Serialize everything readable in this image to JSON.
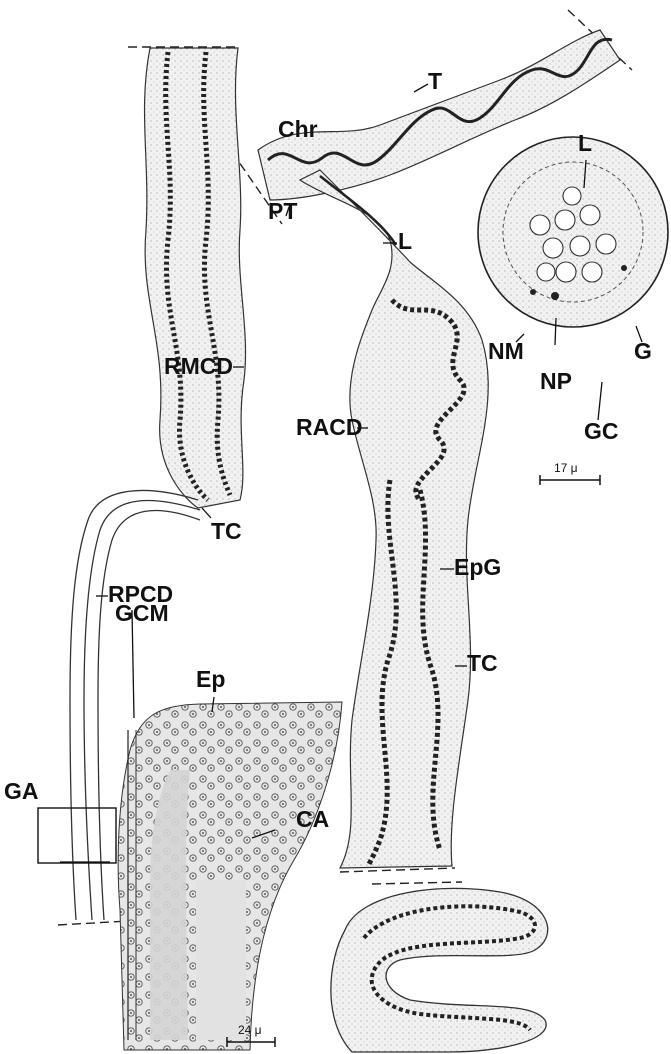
{
  "figure": {
    "labels": {
      "chr": "Chr",
      "t": "T",
      "pt": "PT",
      "l_duct": "L",
      "l_section": "L",
      "rmcd": "RMCD",
      "racd": "RACD",
      "nm": "NM",
      "np": "NP",
      "g": "G",
      "gc": "GC",
      "tc_left": "TC",
      "tc_right": "TC",
      "rpcd": "RPCD",
      "epg": "EpG",
      "gcm": "GCM",
      "ep": "Ep",
      "ga": "GA",
      "ca": "CA"
    },
    "scale_bars": {
      "section": "17 μ",
      "tissue": "24 μ"
    }
  }
}
